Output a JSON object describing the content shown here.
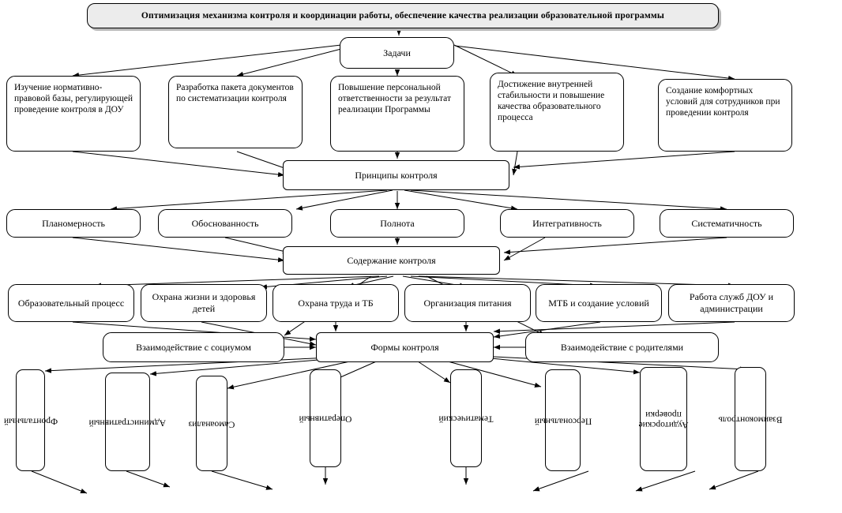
{
  "diagram": {
    "title": "Оптимизация механизма контроля и координации работы, обеспечение качества реализации образовательной программы",
    "hubs": {
      "tasks": "Задачи",
      "principles": "Принципы контроля",
      "content": "Содержание контроля",
      "forms": "Формы контроля"
    },
    "tasks": [
      {
        "label": "Изучение нормативно-правовой базы, регулирующей проведение контроля в ДОУ"
      },
      {
        "label": "Разработка пакета документов по систематизации контроля"
      },
      {
        "label": "Повышение персональной ответственности за результат реализации Программы"
      },
      {
        "label": "Достижение внутренней стабильности и повышение качества образовательного процесса"
      },
      {
        "label": "Создание комфортных условий для сотрудников при проведении контроля"
      }
    ],
    "principles": [
      {
        "label": "Планомерность"
      },
      {
        "label": "Обоснованность"
      },
      {
        "label": "Полнота"
      },
      {
        "label": "Интегративность"
      },
      {
        "label": "Систематичность"
      }
    ],
    "content_items": [
      {
        "label": "Образовательный процесс"
      },
      {
        "label": "Охрана жизни и здоровья детей"
      },
      {
        "label": "Охрана труда и ТБ"
      },
      {
        "label": "Организация  питания"
      },
      {
        "label": "МТБ и создание условий"
      },
      {
        "label": "Работа служб ДОУ и администрации"
      },
      {
        "label": "Взаимодействие с социумом"
      },
      {
        "label": "Взаимодействие с родителями"
      }
    ],
    "forms": [
      {
        "label": "Фронтальный"
      },
      {
        "label": "Административный"
      },
      {
        "label": "Самоанализ"
      },
      {
        "label": "Оперативный"
      },
      {
        "label": "Тематический"
      },
      {
        "label": "Персональный"
      },
      {
        "label": "Аудиторские проверки"
      },
      {
        "label": "Взаимоконтроль"
      }
    ],
    "colors": {
      "banner_fill": "#ececec",
      "banner_shadow": "#b8b8b8",
      "stroke": "#000000",
      "node_fill": "#ffffff"
    }
  }
}
